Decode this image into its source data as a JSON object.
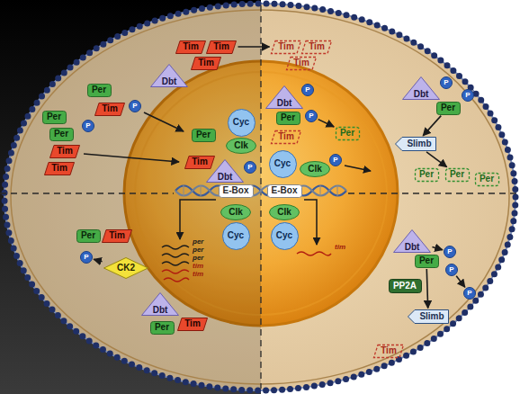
{
  "diagram": {
    "nodes": [
      {
        "text": [
          "Tim"
        ]
      },
      {
        "text": [
          "Tim"
        ]
      },
      {
        "text": [
          "Tim"
        ]
      },
      {
        "text": [
          "Dbt"
        ]
      },
      {
        "text": [
          "Per"
        ]
      },
      {
        "text": [
          "Tim"
        ]
      },
      {
        "text": [
          "P"
        ]
      },
      {
        "text": [
          "Per"
        ]
      },
      {
        "text": [
          "Per"
        ]
      },
      {
        "text": [
          "P"
        ]
      },
      {
        "text": [
          "Tim"
        ]
      },
      {
        "text": [
          "Tim"
        ]
      },
      {
        "text": [
          "Per"
        ]
      },
      {
        "text": [
          "Tim"
        ]
      },
      {
        "text": [
          "Cyc"
        ]
      },
      {
        "text": [
          "Clk"
        ]
      },
      {
        "text": [
          "Dbt"
        ]
      },
      {
        "text": [
          "P"
        ]
      },
      {
        "text": [
          "Tim"
        ]
      },
      {
        "text": [
          "Tim"
        ]
      },
      {
        "text": [
          "Tim"
        ]
      },
      {
        "text": [
          "Dbt"
        ]
      },
      {
        "text": [
          "P"
        ]
      },
      {
        "text": [
          "Per"
        ]
      },
      {
        "text": [
          "P"
        ]
      },
      {
        "text": [
          "Tim"
        ]
      },
      {
        "text": [
          "Per"
        ]
      },
      {
        "text": [
          "Cyc"
        ]
      },
      {
        "text": [
          "Clk"
        ]
      },
      {
        "text": [
          "P"
        ]
      },
      {
        "text": [
          "Dbt"
        ]
      },
      {
        "text": [
          "P"
        ]
      },
      {
        "text": [
          "Per"
        ]
      },
      {
        "text": [
          "P"
        ]
      },
      {
        "text": [
          "Slimb"
        ]
      },
      {
        "text": [
          "Per"
        ]
      },
      {
        "text": [
          "Per"
        ]
      },
      {
        "text": [
          "Per"
        ]
      },
      {
        "text": [
          "E-Box"
        ]
      },
      {
        "text": [
          "E-Box"
        ]
      },
      {
        "text": [
          "Clk"
        ]
      },
      {
        "text": [
          "Clk"
        ]
      },
      {
        "text": [
          "Cyc"
        ]
      },
      {
        "text": [
          "Cyc"
        ]
      },
      {
        "text": [
          "Per"
        ]
      },
      {
        "text": [
          "Tim"
        ]
      },
      {
        "text": [
          "P"
        ]
      },
      {
        "text": [
          "CK2"
        ]
      },
      {
        "text": [
          "Dbt"
        ]
      },
      {
        "text": [
          "Per"
        ]
      },
      {
        "text": [
          "Tim"
        ]
      },
      {
        "text": [
          "Dbt"
        ]
      },
      {
        "text": [
          "Per"
        ]
      },
      {
        "text": [
          "P"
        ]
      },
      {
        "text": [
          "P"
        ]
      },
      {
        "text": [
          "PP2A"
        ]
      },
      {
        "text": [
          "P"
        ]
      },
      {
        "text": [
          "Slimb"
        ]
      },
      {
        "text": [
          "Tim"
        ]
      }
    ],
    "edges": [
      {
        "from": 1,
        "to": 18,
        "arrow": "to"
      },
      {
        "from": 24,
        "to": 26,
        "arrow": "to"
      },
      {
        "from": 32,
        "to": 34,
        "arrow": "to"
      },
      {
        "from": 34,
        "to": 36,
        "arrow": "to"
      },
      {
        "from": 47,
        "to": 46,
        "arrow": "to"
      },
      {
        "from": 51,
        "to": 53,
        "arrow": "to"
      },
      {
        "from": 52,
        "to": 57,
        "arrow": "to"
      },
      {
        "from": 54,
        "to": 56,
        "arrow": "to"
      }
    ],
    "labels": [
      "per",
      "per",
      "per",
      "tim",
      "tim",
      "tim"
    ]
  }
}
